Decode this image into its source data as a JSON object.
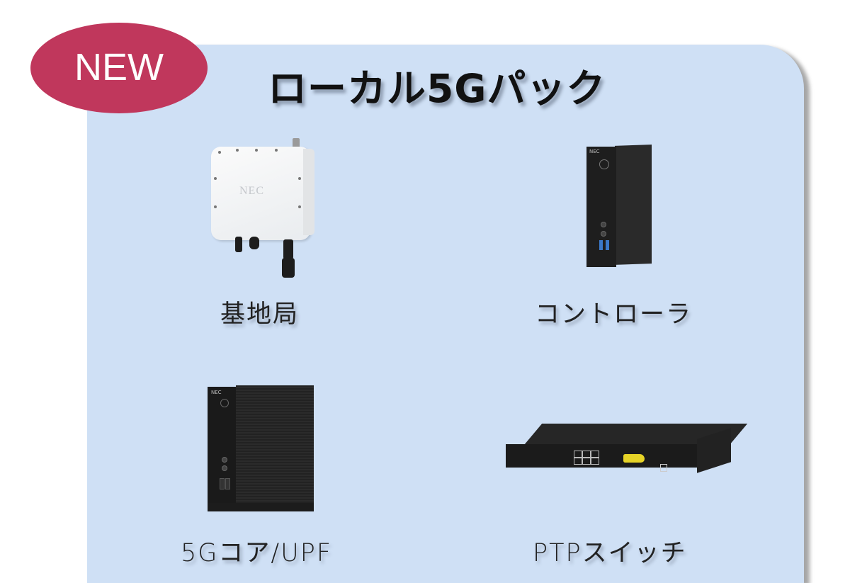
{
  "badge": {
    "label": "NEW",
    "color": "#c0375c"
  },
  "title": "ローカル5Gパック",
  "panel": {
    "background": "#cfe0f5"
  },
  "products": [
    {
      "id": "base-station",
      "label": "基地局",
      "image": "base-station-unit",
      "brand": "NEC"
    },
    {
      "id": "controller",
      "label": "コントローラ",
      "image": "slim-tower-pc",
      "brand": "NEC"
    },
    {
      "id": "5g-core",
      "label": "5Gコア/UPF",
      "image": "tower-server",
      "brand": "NEC"
    },
    {
      "id": "ptp-switch",
      "label": "PTPスイッチ",
      "image": "rack-switch"
    }
  ]
}
